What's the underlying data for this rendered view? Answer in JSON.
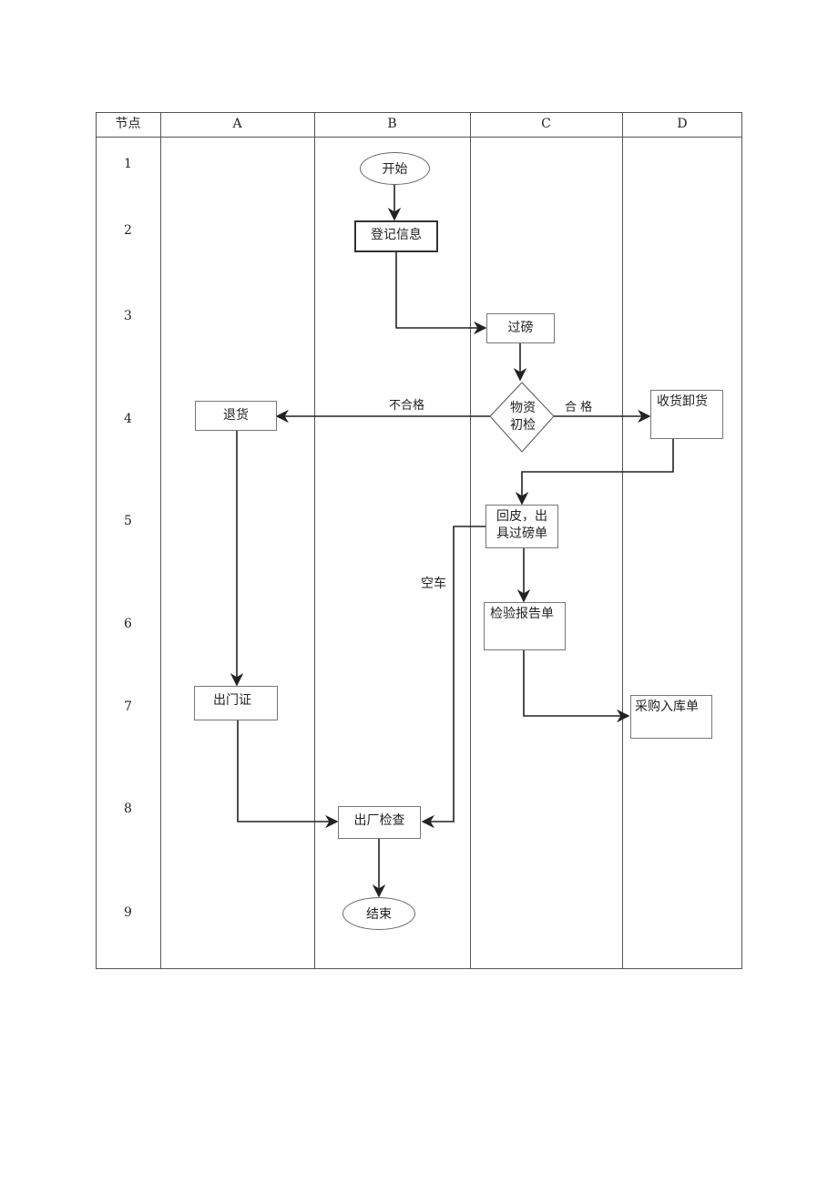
{
  "header": {
    "node_label": "节点",
    "lanes": [
      "A",
      "B",
      "C",
      "D"
    ]
  },
  "rows": [
    "1",
    "2",
    "3",
    "4",
    "5",
    "6",
    "7",
    "8",
    "9"
  ],
  "nodes": {
    "start": "开始",
    "register": "登记信息",
    "weigh": "过磅",
    "inspect_line1": "物资",
    "inspect_line2": "初检",
    "return_goods": "退货",
    "receive_unload": "收货卸货",
    "tare_line1": "回皮，出",
    "tare_line2": "具过磅单",
    "report": "检验报告单",
    "gate_pass": "出门证",
    "purchase_in": "采购入库单",
    "exit_check": "出厂检查",
    "end": "结束"
  },
  "edge_labels": {
    "fail": "不合格",
    "pass": "合 格",
    "empty": "空车"
  }
}
